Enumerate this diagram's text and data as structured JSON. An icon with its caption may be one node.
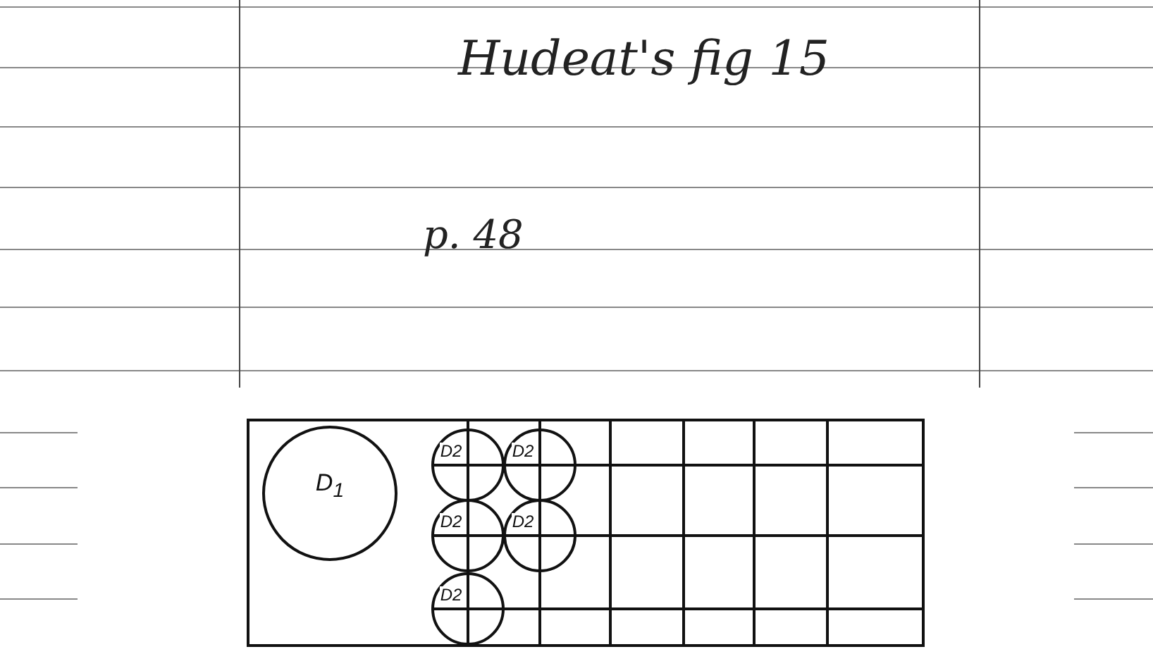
{
  "diagram": {
    "title": "Hudeat's fig 15",
    "nodes": [
      {
        "text": [
          "D$_{1}$"
        ]
      },
      {
        "text": [
          "D2"
        ]
      },
      {
        "text": [
          "D2"
        ]
      },
      {
        "text": [
          "D2"
        ]
      },
      {
        "text": [
          "D2"
        ]
      },
      {
        "text": [
          "D2"
        ]
      }
    ],
    "labels": [
      "p. 48"
    ]
  }
}
